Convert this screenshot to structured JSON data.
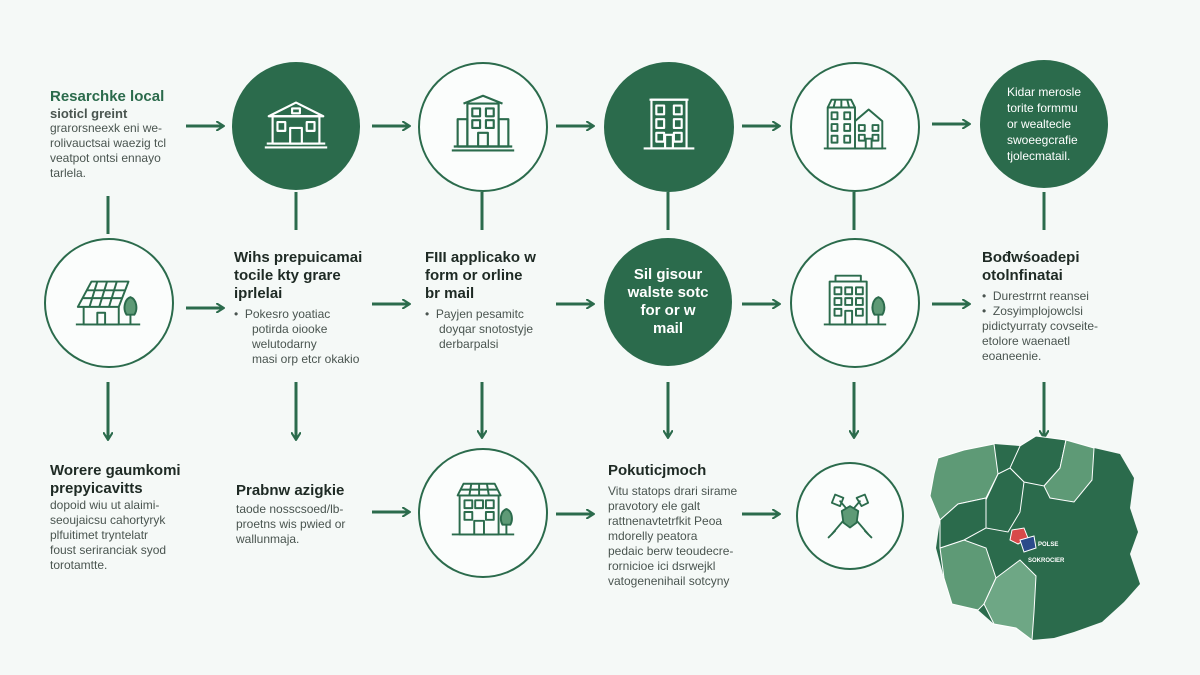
{
  "colors": {
    "primary": "#2b6b4c",
    "background": "#f5f9f7",
    "accent": "#d84a4a",
    "map_light": "#5e9a76"
  },
  "row1": {
    "intro": {
      "title": "Resarchke local",
      "lines": [
        "sioticl greint",
        "grarorsneexk eni we-",
        "rolivauctsai waezig tcl",
        "veatpot ontsi ennayo",
        "tarlela."
      ]
    },
    "end": {
      "lines": [
        "Kidar merosle",
        "torite formmu",
        "or wealtecle",
        "swoeegcrafie",
        "tjolecmatail."
      ]
    }
  },
  "row2": {
    "step1": {
      "title": [
        "Wihs prepuicamai",
        "tocile kty grare",
        "iprlelai"
      ],
      "bullets": [
        "Pokesro yoatiac",
        "potirda oiooke",
        "welutodarny",
        "masi orp etcr okakio"
      ]
    },
    "step2": {
      "title": [
        "FIII applicako w",
        "form or orline",
        "br mail"
      ],
      "bullets": [
        "Payjen pesamitc",
        "doyqar snotostyje",
        "derbarpalsi"
      ]
    },
    "node_text": [
      "Sil gisour",
      "walste sotc",
      "for or w",
      "mail"
    ],
    "end": {
      "title": [
        "Bođwśoadepi",
        "otolnfinatai"
      ],
      "bullets": [
        "Durestrrnt reansei",
        "Zosyimplojowclsi",
        "pidictyurraty covseite-",
        "etolore waenaetl",
        "eoaneenie."
      ]
    }
  },
  "row3": {
    "step1": {
      "title": [
        "Worere gaumkomi",
        "prepyicavitts"
      ],
      "lines": [
        "dopoid wiu ut alaimi-",
        "seoujaicsu cahortyryk",
        "plfuitimet tryntelatr",
        "foust seriranciak syod",
        "torotamtte."
      ]
    },
    "step2": {
      "title": [
        "Prabnw azigkie"
      ],
      "lines": [
        "taode nosscsoed/lb-",
        "proetns wis pwied or",
        "wallunmaja."
      ]
    },
    "step3": {
      "title": [
        "Pokuticjmoch"
      ],
      "lines": [
        "Vitu statops drari sirame",
        "pravotory ele galt",
        "rattnenavtetrfkit Peoa",
        "mdorelly peatora",
        "pedaic berw teoudecre-",
        "rornicioe ici dsrwejkl",
        "vatogenenihail sotcyny"
      ]
    },
    "map_labels": [
      "POLSE",
      "SOKROCIER"
    ]
  }
}
